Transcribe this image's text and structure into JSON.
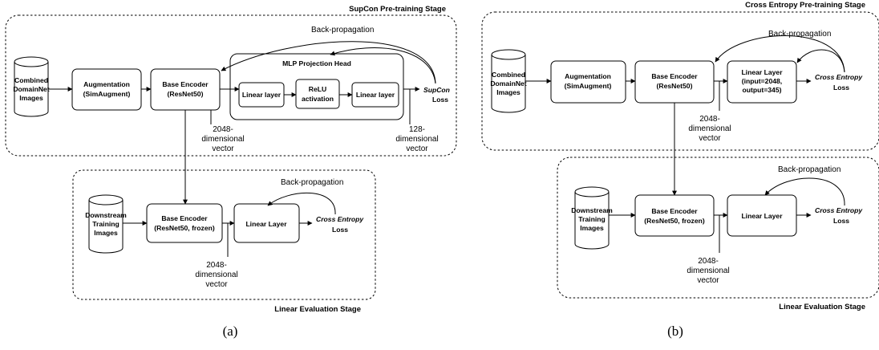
{
  "panel_a": {
    "stage_top": "SupCon Pre-training Stage",
    "stage_bottom": "Linear Evaluation Stage",
    "caption": "(a)",
    "top": {
      "db": [
        "Combined",
        "DomainNet",
        "Images"
      ],
      "aug": [
        "Augmentation",
        "(SimAugment)"
      ],
      "enc": [
        "Base Encoder",
        "(ResNet50)"
      ],
      "head_title": "MLP Projection Head",
      "linear1": "Linear layer",
      "relu": [
        "ReLU",
        "activation"
      ],
      "linear2": "Linear layer",
      "loss_name": "SupCon",
      "loss_word": "Loss",
      "backprop": "Back-propagation",
      "vec_enc": [
        "2048-",
        "dimensional",
        "vector"
      ],
      "vec_head": [
        "128-",
        "dimensional",
        "vector"
      ]
    },
    "bottom": {
      "db": [
        "Downstream",
        "Training",
        "Images"
      ],
      "enc": [
        "Base Encoder",
        "(ResNet50, frozen)"
      ],
      "linear": "Linear Layer",
      "loss_name": "Cross Entropy",
      "loss_word": "Loss",
      "backprop": "Back-propagation",
      "vec": [
        "2048-",
        "dimensional",
        "vector"
      ]
    }
  },
  "panel_b": {
    "stage_top": "Cross Entropy Pre-training Stage",
    "stage_bottom": "Linear Evaluation Stage",
    "caption": "(b)",
    "top": {
      "db": [
        "Combined",
        "DomainNet",
        "Images"
      ],
      "aug": [
        "Augmentation",
        "(SimAugment)"
      ],
      "enc": [
        "Base Encoder",
        "(ResNet50)"
      ],
      "linear": [
        "Linear Layer",
        "(input=2048,",
        "output=345)"
      ],
      "loss_name": "Cross Entropy",
      "loss_word": "Loss",
      "backprop": "Back-propagation",
      "vec": [
        "2048-",
        "dimensional",
        "vector"
      ]
    },
    "bottom": {
      "db": [
        "Downstream",
        "Training",
        "Images"
      ],
      "enc": [
        "Base Encoder",
        "(ResNet50, frozen)"
      ],
      "linear": "Linear Layer",
      "loss_name": "Cross Entropy",
      "loss_word": "Loss",
      "backprop": "Back-propagation",
      "vec": [
        "2048-",
        "dimensional",
        "vector"
      ]
    }
  }
}
